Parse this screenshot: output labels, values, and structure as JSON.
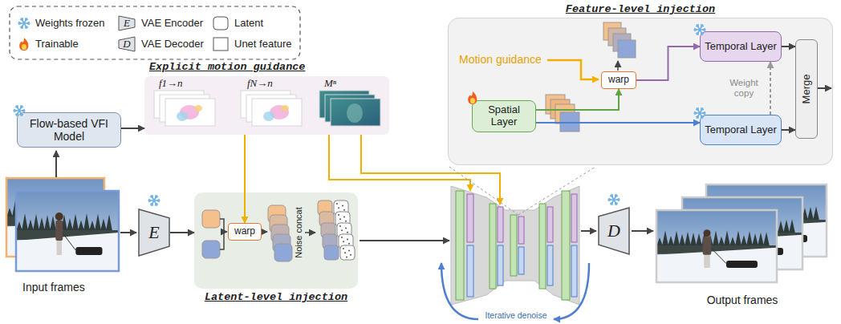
{
  "diagram": {
    "nodes": [
      {
        "text": [
          "Flow-based VFI Model"
        ]
      },
      {
        "text": [
          "Explicit motion guidance"
        ]
      },
      {
        "text": [
          "E"
        ]
      },
      {
        "text": [
          "Latent-level injection"
        ]
      },
      {
        "text": [
          "warp"
        ],
        "in": 3
      },
      {
        "text": [
          "D"
        ]
      },
      {
        "text": [
          "Feature-level injection"
        ]
      },
      {
        "text": [
          "Spatial Layer"
        ],
        "in": 6
      },
      {
        "text": [
          "warp"
        ],
        "in": 6
      },
      {
        "text": [
          "Temporal Layer"
        ],
        "in": 6
      },
      {
        "text": [
          "Temporal Layer"
        ],
        "in": 6
      },
      {
        "text": [
          "Merge"
        ],
        "in": 6
      }
    ],
    "edges": [
      {
        "from": 0,
        "to": 1,
        "arrow": "to"
      },
      {
        "from": 2,
        "to": 3,
        "arrow": "to"
      },
      {
        "from": 1,
        "to": 4,
        "arrow": "to"
      },
      {
        "from": 7,
        "to": 8,
        "arrow": "to"
      },
      {
        "from": 8,
        "to": 9,
        "arrow": "to"
      },
      {
        "from": 7,
        "to": 10,
        "arrow": "to"
      },
      {
        "from": 10,
        "to": 9,
        "arrow": "to",
        "label": "Weight copy"
      },
      {
        "from": 9,
        "to": 11,
        "arrow": "to"
      },
      {
        "from": 10,
        "to": 11,
        "arrow": "to"
      }
    ],
    "labels": [
      "E",
      "D",
      "f1→n",
      "fN→n",
      "Mⁿ",
      "Motion guidance",
      "Input frames",
      "Noise concat",
      "Iterative denoise",
      "Output frames"
    ],
    "legend": [
      {
        "text": "Weights frozen"
      },
      {
        "text": "VAE Encoder"
      },
      {
        "text": "Latent"
      },
      {
        "text": "Trainable"
      },
      {
        "text": "VAE Decoder"
      },
      {
        "text": "Unet feature"
      }
    ]
  }
}
